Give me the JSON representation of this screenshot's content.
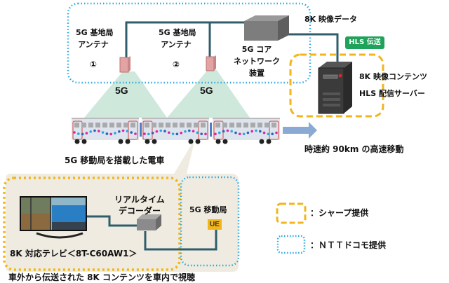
{
  "network": {
    "antenna1": {
      "line1": "5G 基地局",
      "line2": "アンテナ",
      "number": "①"
    },
    "antenna2": {
      "line1": "5G 基地局",
      "line2": "アンテナ",
      "number": "②"
    },
    "core": {
      "line1": "5G コア",
      "line2": "ネットワーク",
      "line3": "装置"
    },
    "beam_label": "5G",
    "data_label": "8K 映像データ",
    "hls_badge": "HLS 伝送",
    "server": {
      "line1": "8K 映像コンテンツ",
      "line2": "HLS 配信サーバー"
    }
  },
  "train": {
    "caption": "5G 移動局を搭載した電車",
    "speed": "時速約 90km の高速移動"
  },
  "inside": {
    "decoder": {
      "line1": "リアルタイム",
      "line2": "デコーダー"
    },
    "mobile_station": "5G 移動局",
    "ue": "UE",
    "tv": "8K 対応テレビ＜8T-C60AW1＞",
    "caption": "車外から伝送された 8K コンテンツを車内で視聴"
  },
  "legend": [
    {
      "style": "dashed-yellow",
      "label": "：シャープ提供"
    },
    {
      "style": "dotted-blue",
      "label": "：ＮＴＴドコモ提供"
    }
  ],
  "colors": {
    "sharp": "#f2b61a",
    "docomo": "#29a8e0",
    "line": "#2f5d6b",
    "beam": "#cfe8dc",
    "hls": "#1fa25a",
    "inner_bg": "#efebe0",
    "arrow": "#8aaad3"
  }
}
